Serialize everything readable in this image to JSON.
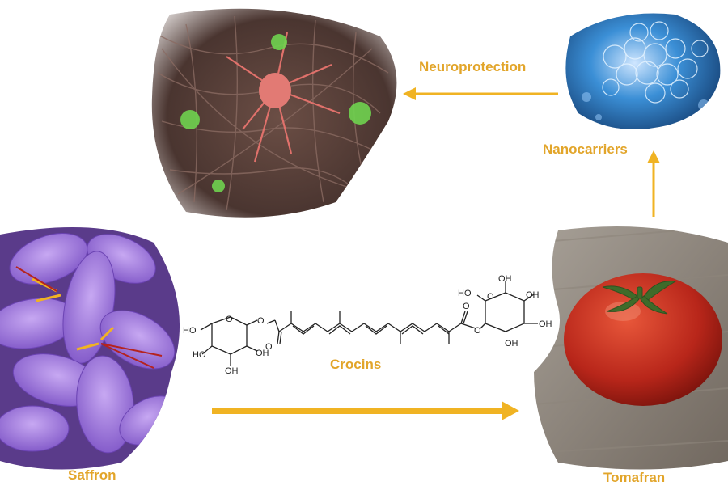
{
  "colors": {
    "accent": "#f0b323",
    "label": "#e2a52a",
    "saffron_petal": "#9a6fd6",
    "tomato": "#c9321c",
    "nano_blue": "#1f6fb8",
    "neuron_red": "#d9534f",
    "glia_green": "#5cb84a"
  },
  "nodes": {
    "neuro_image": {
      "icon": "neuron-network-image",
      "label": "Neuroprotection"
    },
    "nano_image": {
      "icon": "nanocarrier-cluster-image",
      "label": "Nanocarriers"
    },
    "saffron_image": {
      "icon": "saffron-flower-image",
      "label": "Saffron"
    },
    "tomato_image": {
      "icon": "tomato-image",
      "label": "Tomafran"
    },
    "molecule": {
      "icon": "crocin-structure",
      "label": "Crocins",
      "atoms": {
        "ho_left": "HO",
        "o_ring_left": "O",
        "oh_left_1": "HO",
        "oh_left_2": "OH",
        "oh_left_3": "OH",
        "o_ester_left": "O",
        "o_carbonyl_left": "O",
        "o_carbonyl_right": "O",
        "o_ester_right": "O",
        "o_ring_right": "O",
        "oh_right_top": "OH",
        "oh_right_top2": "OH",
        "ho_right_1": "HO",
        "oh_right_2": "OH",
        "oh_right_end": "OH"
      }
    }
  }
}
